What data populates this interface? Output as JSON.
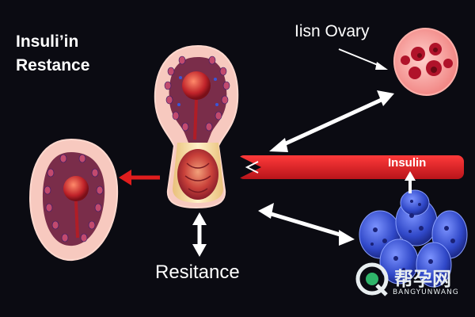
{
  "labels": {
    "title_left_line1": "Insuli’in",
    "title_left_line2": "Restance",
    "title_right": "Iisn Ovary",
    "bottom": "Resitance",
    "bar": "Insulin"
  },
  "watermark": {
    "main": "帮孕网",
    "sub": "BANGYUNWANG"
  },
  "colors": {
    "background": "#0b0b12",
    "organ_outer": "#f7c9bf",
    "organ_inner": "#7a2d4a",
    "insulin_bar": "#e01d1d",
    "cells": "#3048c8",
    "arrow": "#ffffff",
    "arrow_red": "#e01d1d"
  }
}
